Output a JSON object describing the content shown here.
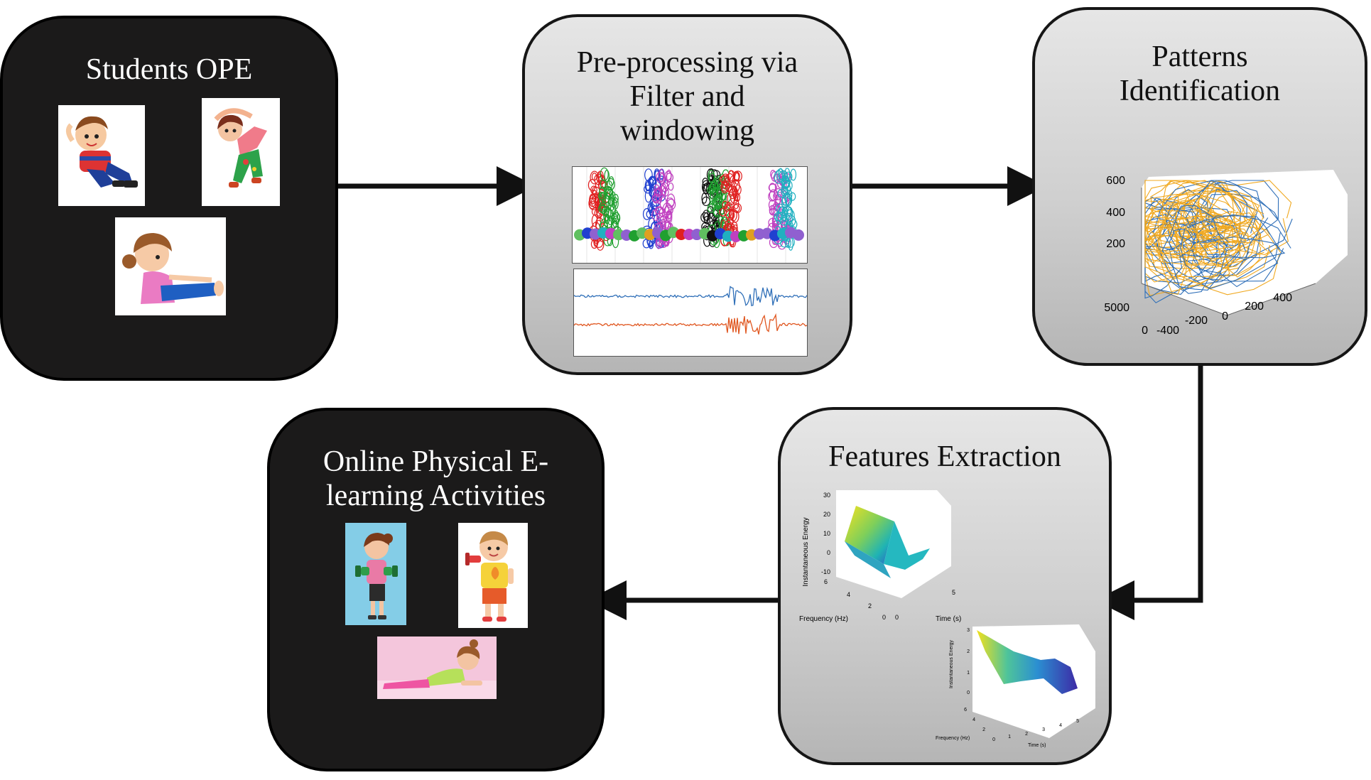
{
  "nodes": {
    "students_ope": {
      "lines": [
        "Students OPE"
      ]
    },
    "preprocessing": {
      "lines": [
        "Pre-processing via",
        "Filter and",
        "windowing"
      ]
    },
    "patterns": {
      "lines": [
        "Patterns",
        "Identification"
      ]
    },
    "features": {
      "lines": [
        "Features Extraction"
      ]
    },
    "online": {
      "lines": [
        "Online Physical E-",
        "learning Activities"
      ]
    }
  },
  "patterns_plot": {
    "z_ticks": [
      "600",
      "400",
      "200"
    ],
    "y_ticks": [
      "5000",
      "0"
    ],
    "x_ticks": [
      "-400",
      "-200",
      "0",
      "200",
      "400"
    ]
  },
  "features_plot_1": {
    "zlabel": "Instantaneous Energy",
    "z_ticks": [
      "30",
      "20",
      "10",
      "0",
      "-10"
    ],
    "ylabel": "Frequency (Hz)",
    "y_ticks": [
      "6",
      "4",
      "2",
      "0"
    ],
    "xlabel": "Time (s)",
    "x_ticks": [
      "0",
      "5"
    ]
  },
  "features_plot_2": {
    "zlabel": "Instantaneous Energy",
    "z_ticks": [
      "3",
      "2",
      "1",
      "0"
    ],
    "ylabel": "Frequency (Hz)",
    "y_ticks": [
      "6",
      "4",
      "2",
      "0"
    ],
    "xlabel": "Time (s)",
    "x_ticks": [
      "1",
      "2",
      "3",
      "4",
      "5"
    ]
  },
  "colors": {
    "dark_box": "#1b1a1a",
    "series_blue": "#2f6fb8",
    "series_orange": "#e0561f",
    "series_yellow": "#f0a81f"
  },
  "arrows": [
    "students_ope→preprocessing",
    "preprocessing→patterns",
    "patterns→features",
    "features→online"
  ]
}
